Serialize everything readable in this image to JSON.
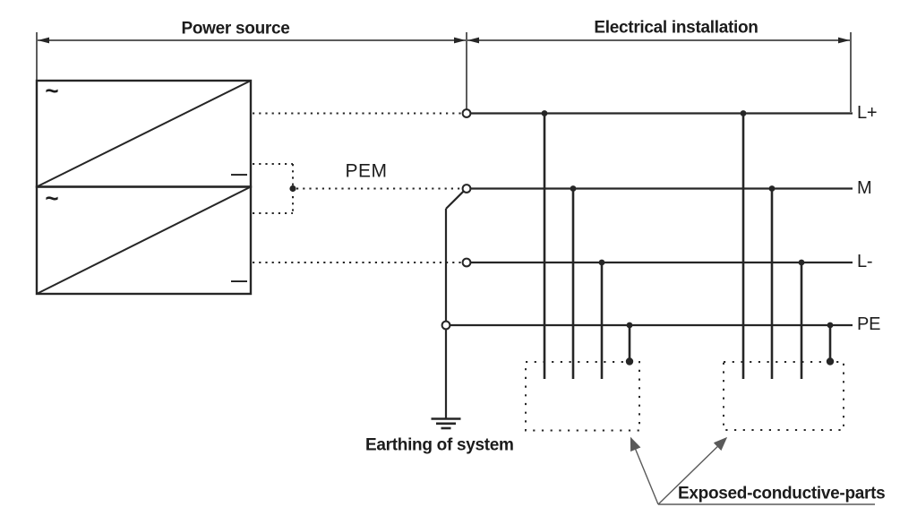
{
  "header": {
    "power_source": "Power source",
    "electrical_installation": "Electrical installation"
  },
  "source": {
    "ac_symbol": "~",
    "dc_symbol": "—"
  },
  "labels": {
    "pem": "PEM",
    "earthing": "Earthing of system",
    "exposed_parts": "Exposed-conductive-parts"
  },
  "conductors": [
    {
      "id": "l-plus",
      "label": "L+"
    },
    {
      "id": "m",
      "label": "M"
    },
    {
      "id": "l-minus",
      "label": "L-"
    },
    {
      "id": "pe",
      "label": "PE"
    }
  ],
  "colors": {
    "line": "#262626",
    "text": "#1c1c1c",
    "leader": "#5a5a5a",
    "background": "#ffffff"
  }
}
